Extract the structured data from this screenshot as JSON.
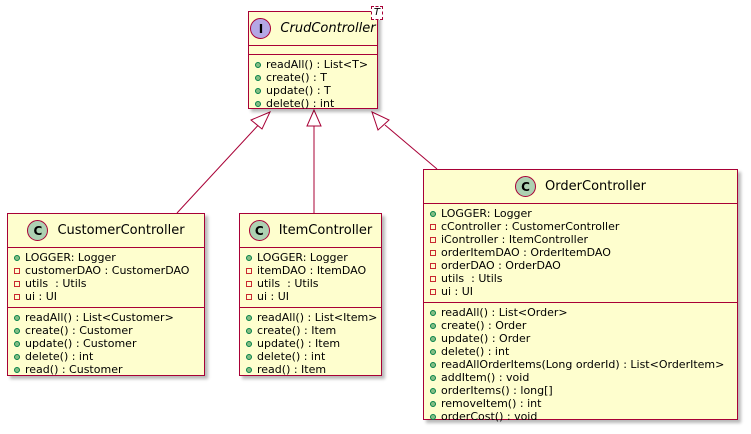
{
  "colors": {
    "fill": "#FEFECE",
    "border": "#A80036",
    "class_badge": "#ADD1B2",
    "interface_badge": "#B4A7E5",
    "public_marker": "#84BE84",
    "private_marker": "#C82930"
  },
  "interface": {
    "badge": "I",
    "name": "CrudController",
    "generic": "T",
    "methods": [
      {
        "vis": "public",
        "text": "readAll() : List<T>"
      },
      {
        "vis": "public",
        "text": "create() : T"
      },
      {
        "vis": "public",
        "text": "update() : T"
      },
      {
        "vis": "public",
        "text": "delete() : int"
      }
    ]
  },
  "customer": {
    "badge": "C",
    "name": "CustomerController",
    "fields": [
      {
        "vis": "public",
        "text": "LOGGER: Logger"
      },
      {
        "vis": "private",
        "text": "customerDAO : CustomerDAO"
      },
      {
        "vis": "private",
        "text": "utils  : Utils"
      },
      {
        "vis": "private",
        "text": "ui : UI"
      }
    ],
    "methods": [
      {
        "vis": "public",
        "text": "readAll() : List<Customer>"
      },
      {
        "vis": "public",
        "text": "create() : Customer"
      },
      {
        "vis": "public",
        "text": "update() : Customer"
      },
      {
        "vis": "public",
        "text": "delete() : int"
      },
      {
        "vis": "public",
        "text": "read() : Customer"
      }
    ]
  },
  "item": {
    "badge": "C",
    "name": "ItemController",
    "fields": [
      {
        "vis": "public",
        "text": "LOGGER: Logger"
      },
      {
        "vis": "private",
        "text": "itemDAO : ItemDAO"
      },
      {
        "vis": "private",
        "text": "utils  : Utils"
      },
      {
        "vis": "private",
        "text": "ui : UI"
      }
    ],
    "methods": [
      {
        "vis": "public",
        "text": "readAll() : List<Item>"
      },
      {
        "vis": "public",
        "text": "create() : Item"
      },
      {
        "vis": "public",
        "text": "update() : Item"
      },
      {
        "vis": "public",
        "text": "delete() : int"
      },
      {
        "vis": "public",
        "text": "read() : Item"
      }
    ]
  },
  "order": {
    "badge": "C",
    "name": "OrderController",
    "fields": [
      {
        "vis": "public",
        "text": "LOGGER: Logger"
      },
      {
        "vis": "private",
        "text": "cController : CustomerController"
      },
      {
        "vis": "private",
        "text": "iController : ItemController"
      },
      {
        "vis": "private",
        "text": "orderItemDAO : OrderItemDAO"
      },
      {
        "vis": "private",
        "text": "orderDAO : OrderDAO"
      },
      {
        "vis": "private",
        "text": "utils  : Utils"
      },
      {
        "vis": "private",
        "text": "ui : UI"
      }
    ],
    "methods": [
      {
        "vis": "public",
        "text": "readAll() : List<Order>"
      },
      {
        "vis": "public",
        "text": "create() : Order"
      },
      {
        "vis": "public",
        "text": "update() : Order"
      },
      {
        "vis": "public",
        "text": "delete() : int"
      },
      {
        "vis": "public",
        "text": "readAllOrderItems(Long orderId) : List<OrderItem>"
      },
      {
        "vis": "public",
        "text": "addItem() : void"
      },
      {
        "vis": "public",
        "text": "orderItems() : long[]"
      },
      {
        "vis": "public",
        "text": "removeItem() : int"
      },
      {
        "vis": "public",
        "text": "orderCost() : void"
      }
    ]
  }
}
